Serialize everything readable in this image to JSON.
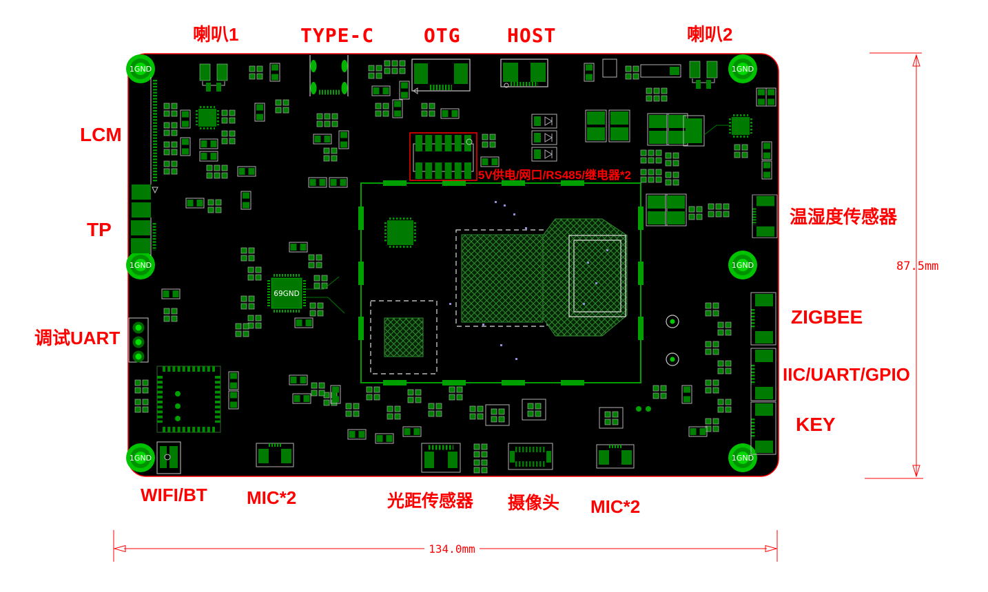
{
  "labels": {
    "speaker1": "喇叭1",
    "type_c": "TYPE-C",
    "otg": "OTG",
    "host": "HOST",
    "speaker2": "喇叭2",
    "lcm": "LCM",
    "tp": "TP",
    "debug_uart": "调试UART",
    "temp_humidity_sensor": "温湿度传感器",
    "zigbee": "ZIGBEE",
    "iic_uart_gpio": "IIC/UART/GPIO",
    "key": "KEY",
    "wifi_bt": "WIFI/BT",
    "mic_left": "MIC*2",
    "light_distance_sensor": "光距传感器",
    "camera": "摄像头",
    "mic_right": "MIC*2",
    "power_annotation": "5V供电/网口/RS485/继电器*2"
  },
  "dimensions": {
    "board_height": "87.5mm",
    "board_width": "134.0mm"
  },
  "board": {
    "gnd_label": "1GND",
    "chip_label": "69GND"
  },
  "colors": {
    "label_red": "#FF0000",
    "board_black": "#000000",
    "pad_bright_green": "#00E000",
    "component_green": "#008000",
    "outline_gray": "#C8C8C8"
  }
}
